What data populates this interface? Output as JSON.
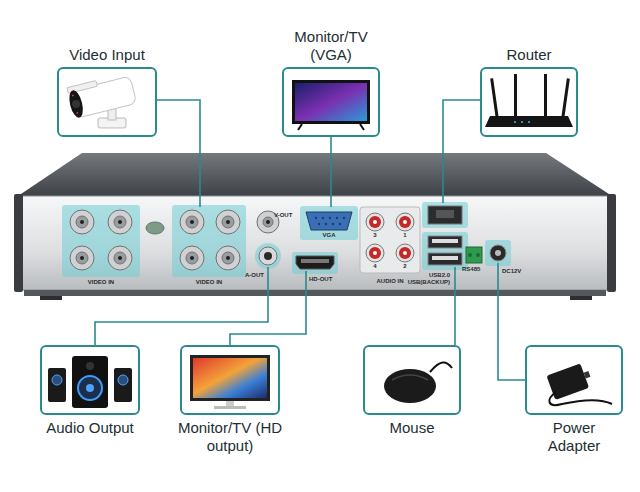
{
  "diagram": {
    "nodes": [
      {
        "text": [
          "Video Input"
        ]
      },
      {
        "text": [
          "Monitor/TV (VGA)"
        ]
      },
      {
        "text": [
          "Router"
        ]
      },
      {
        "text": [
          "Audio Output"
        ]
      },
      {
        "text": [
          "Monitor/TV (HD output)"
        ]
      },
      {
        "text": [
          "Mouse"
        ]
      },
      {
        "text": [
          "Power Adapter"
        ]
      }
    ],
    "labels": [
      "VIDEO IN",
      "VIDEO IN",
      "V-OUT",
      "VGA",
      "A-OUT",
      "HD-OUT",
      "3",
      "1",
      "4",
      "2",
      "AUDIO IN",
      "USB2.0",
      "USB(BACKUP)",
      "RS485",
      "DC12V"
    ]
  }
}
